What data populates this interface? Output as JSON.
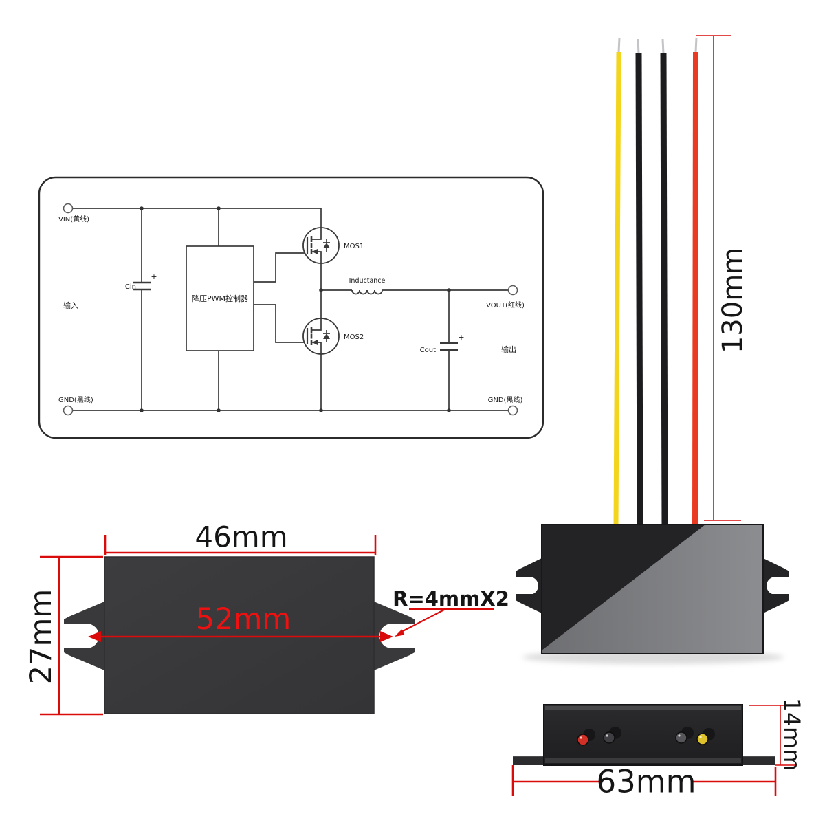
{
  "schematic": {
    "vin_label": "VIN(黄线)",
    "input_label": "输入",
    "cin_label": "Cin",
    "cin_plus": "+",
    "pwm_box_label": "降压PWM控制器",
    "mos1_label": "MOS1",
    "mos2_label": "MOS2",
    "inductor_label": "Inductance",
    "cout_label": "Cout",
    "cout_plus": "+",
    "vout_label": "VOUT(红线)",
    "output_label": "输出",
    "gnd_left_label": "GND(黑线)",
    "gnd_right_label": "GND(黑线)"
  },
  "wire_view": {
    "length_dim": "130mm",
    "wire_colors": [
      "yellow",
      "black",
      "black",
      "red"
    ]
  },
  "top_view": {
    "width_dim": "46mm",
    "mount_span_dim": "52mm",
    "height_dim": "27mm",
    "notch_note": "R=4mmX2"
  },
  "side_view": {
    "width_dim": "63mm",
    "thickness_dim": "14mm",
    "terminal_colors": [
      "red",
      "black",
      "black",
      "yellow"
    ]
  },
  "colors": {
    "dimension_red": "#d90b0b",
    "wire_yellow": "#f2d51c",
    "wire_black": "#1c1c1e",
    "wire_red": "#ea3b22",
    "module_dark": "#29292b",
    "module_gray": "#7d7e81",
    "schematic_line": "#3a3a3a"
  }
}
